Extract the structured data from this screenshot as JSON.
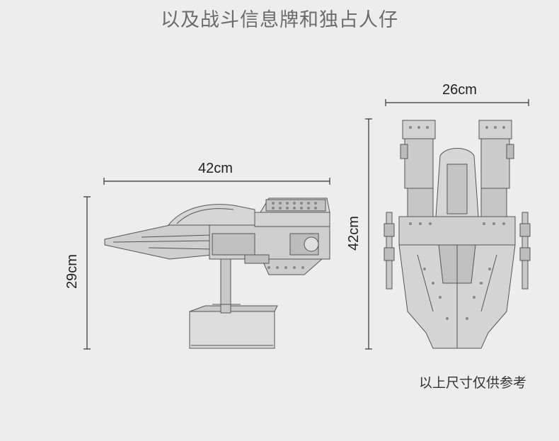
{
  "title": "以及战斗信息牌和独占人仔",
  "side_view": {
    "width_label": "42cm",
    "height_label": "29cm"
  },
  "top_view": {
    "width_label": "26cm",
    "height_label": "42cm"
  },
  "note": "以上尺寸仅供参考",
  "colors": {
    "background": "#ededed",
    "line": "#333333",
    "title_text": "#6b6b6b"
  }
}
